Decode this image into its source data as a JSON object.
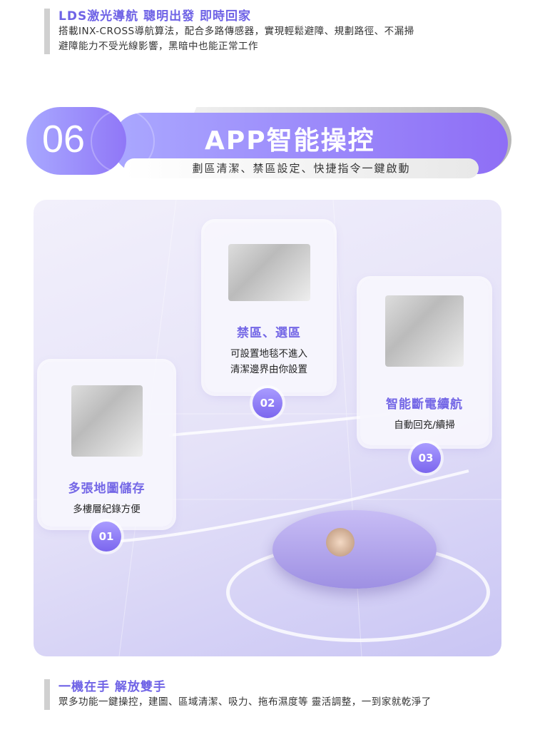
{
  "top_section": {
    "heading": "LDS激光導航 聰明出發 即時回家",
    "lines": [
      "搭載INX-CROSS導航算法，配合多路傳感器，實現輕鬆避障、規劃路徑、不漏掃",
      "避障能力不受光線影響，黑暗中也能正常工作"
    ]
  },
  "banner": {
    "number": "06",
    "title": "APP智能操控",
    "subtitle": "劃區清潔、禁區設定、快捷指令一鍵啟動"
  },
  "features": [
    {
      "badge": "01",
      "title": "多張地圖儲存",
      "lines": [
        "多樓層紀錄方便"
      ]
    },
    {
      "badge": "02",
      "title": "禁區、選區",
      "lines": [
        "可設置地毯不進入",
        "清潔邊界由你設置"
      ]
    },
    {
      "badge": "03",
      "title": "智能斷電續航",
      "lines": [
        "自動回充/續掃"
      ]
    }
  ],
  "bottom_section": {
    "heading": "一機在手 解放雙手",
    "lines": [
      "眾多功能一鍵操控，建圖、區域清潔、吸力、拖布濕度等 靈活調整，一到家就乾淨了"
    ]
  },
  "colors": {
    "accent": "#6f63e6",
    "banner": "#8c6cf7"
  }
}
